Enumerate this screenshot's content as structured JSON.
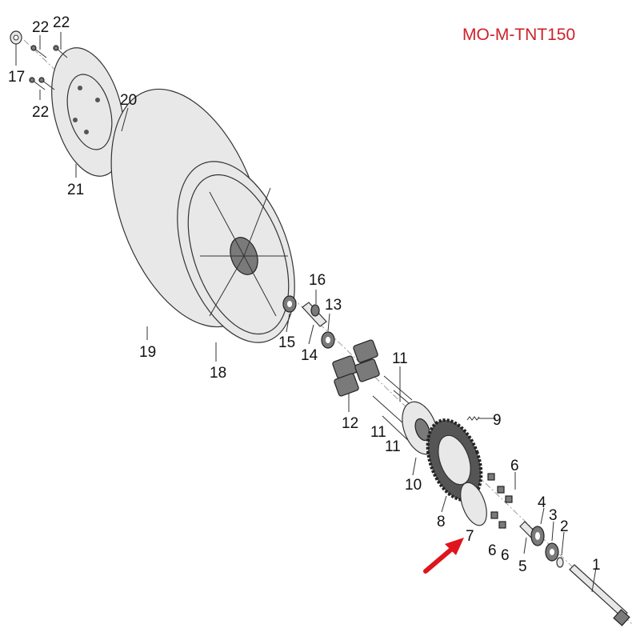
{
  "model_code": "MO-M-TNT150",
  "accent_color": "#d0202a",
  "pointer_arrow": {
    "icon": "red-arrow-icon",
    "target_part": "7",
    "color": "#e0141e"
  },
  "callouts": [
    "22",
    "22",
    "17",
    "22",
    "20",
    "21",
    "19",
    "18",
    "16",
    "13",
    "15",
    "14",
    "11",
    "12",
    "11",
    "11",
    "9",
    "10",
    "6",
    "8",
    "7",
    "4",
    "3",
    "2",
    "6",
    "6",
    "5",
    "1"
  ]
}
